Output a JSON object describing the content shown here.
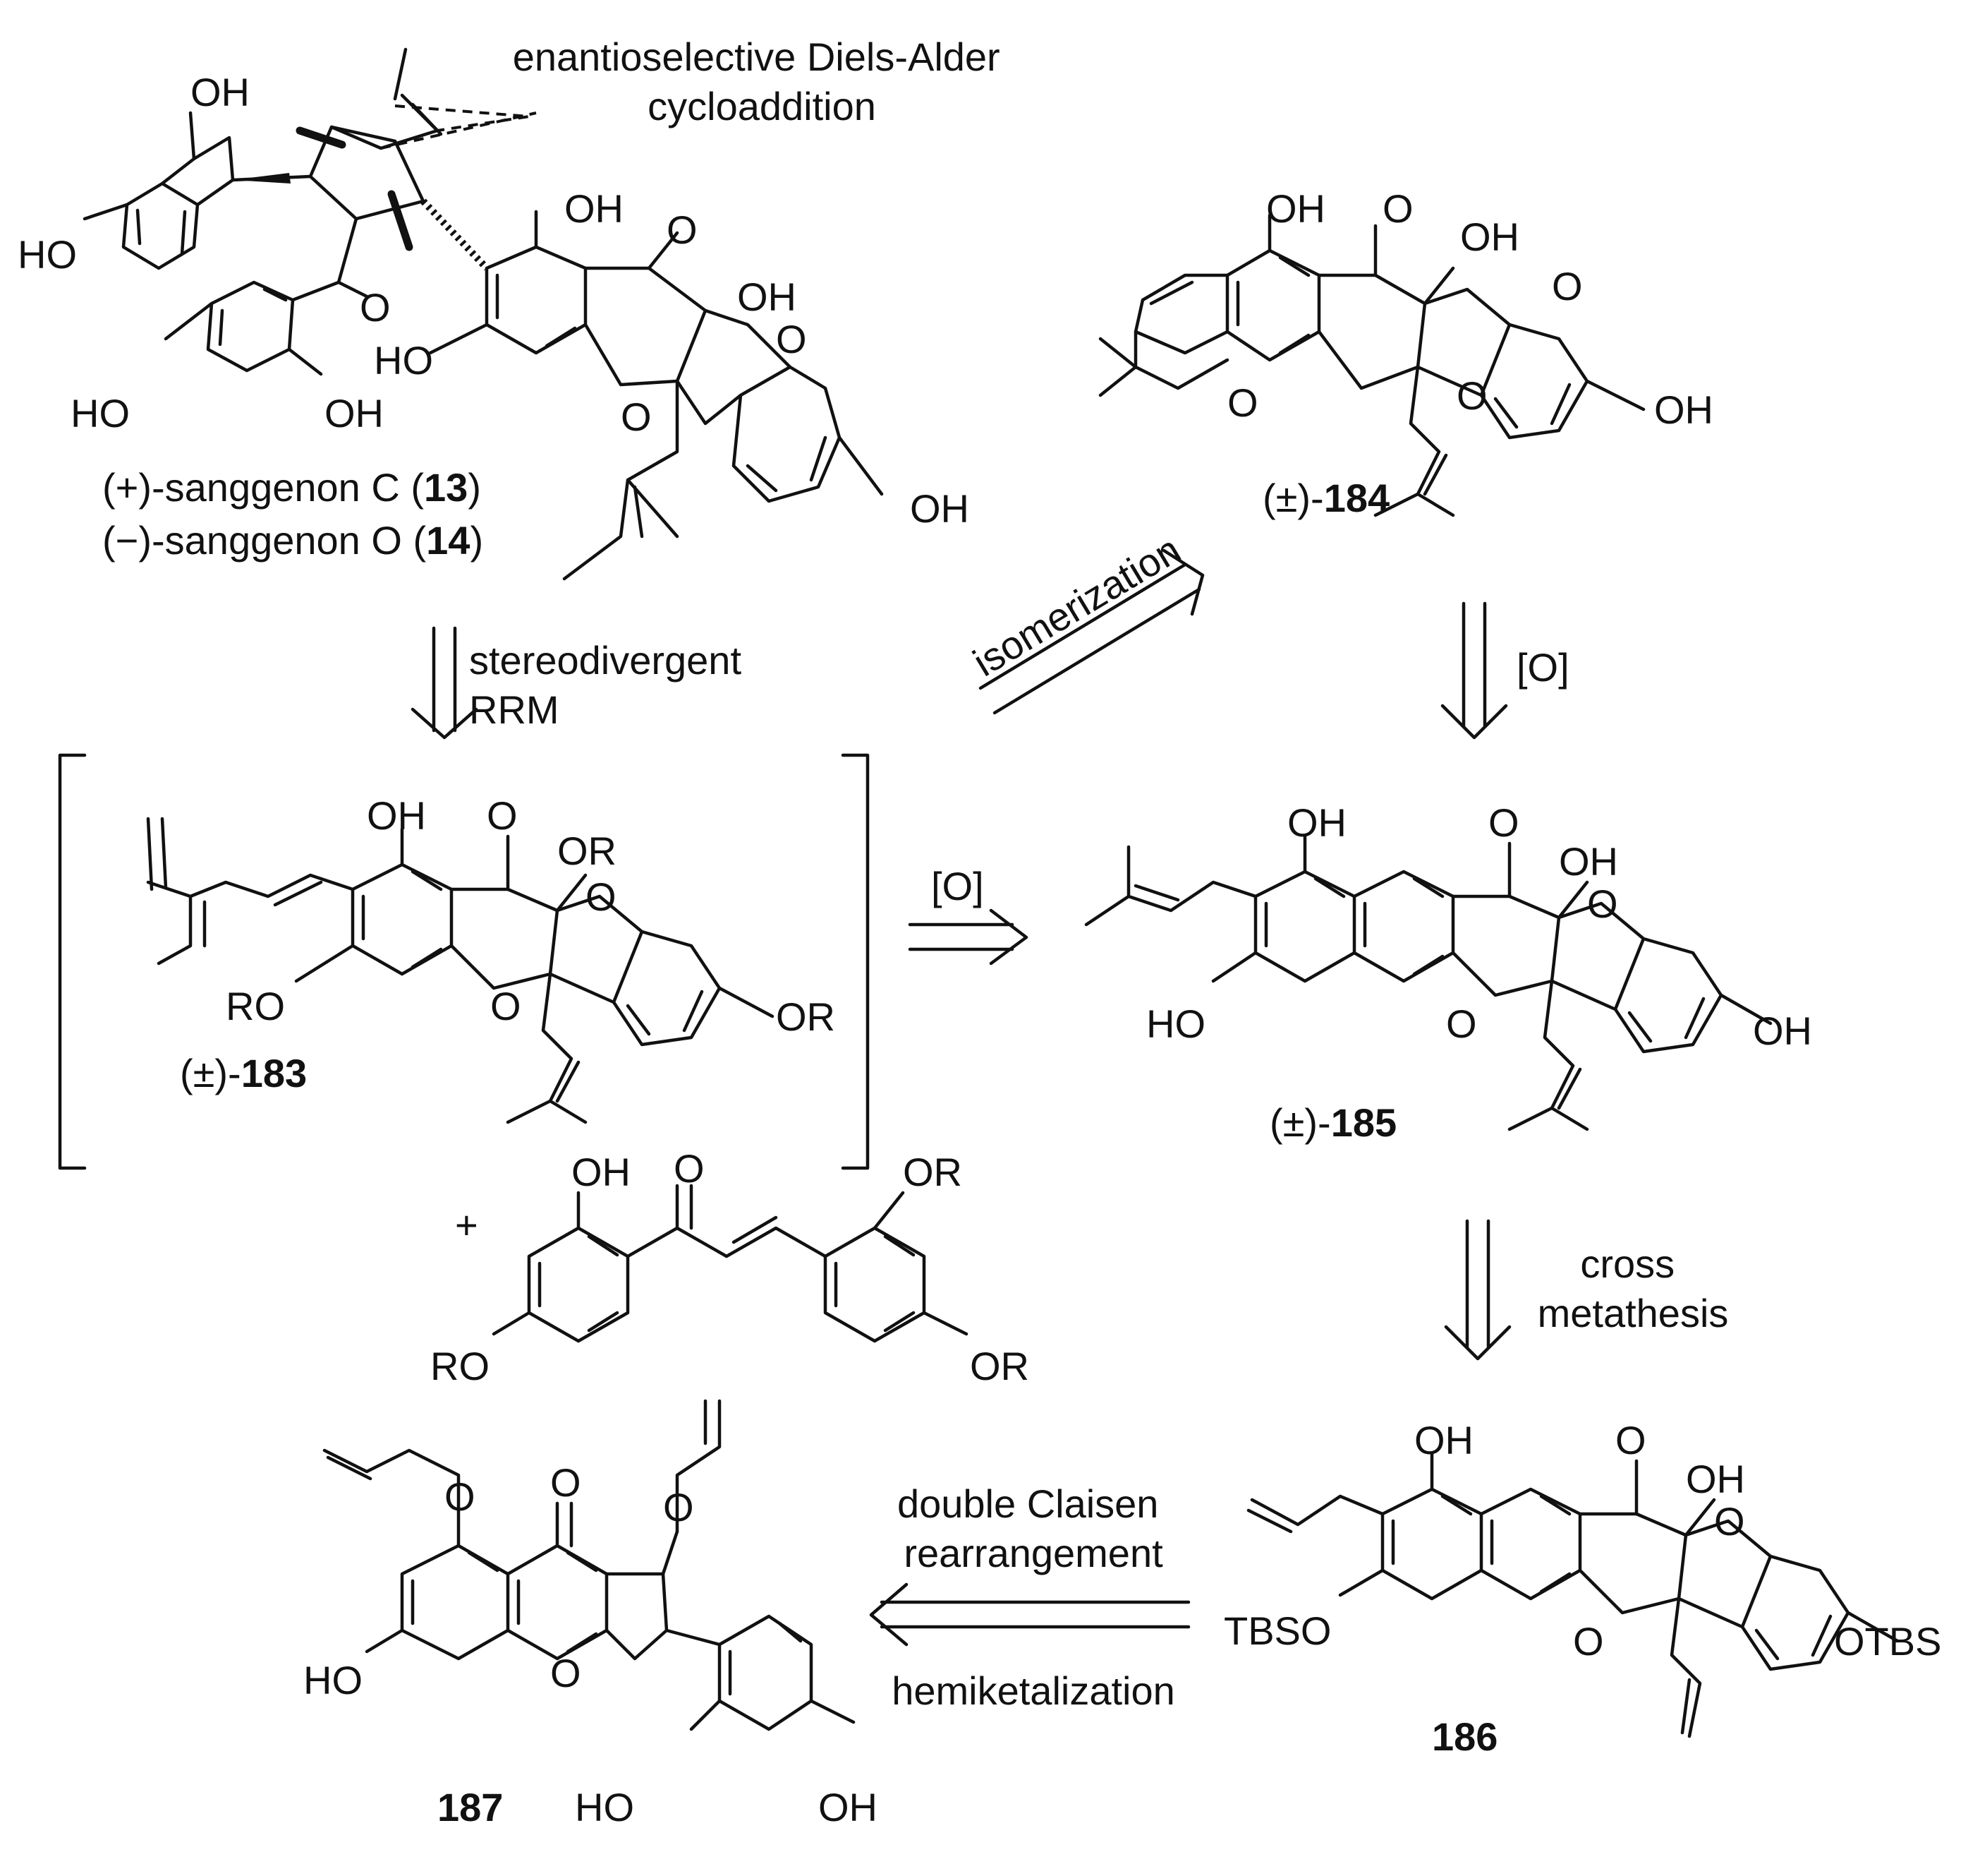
{
  "scheme": {
    "top_note": "enantioselective Diels-Alder\ncycloaddition",
    "sanggenon_c": {
      "prefix": "(+)-sanggenon C (",
      "num": "13",
      "suffix": ")"
    },
    "sanggenon_o": {
      "prefix": "(−)-sanggenon O (",
      "num": "14",
      "suffix": ")"
    },
    "c184": {
      "prefix": "(±)-",
      "num": "184"
    },
    "c183": {
      "prefix": "(±)-",
      "num": "183"
    },
    "c185": {
      "prefix": "(±)-",
      "num": "185"
    },
    "c186": "186",
    "c187": "187",
    "step_rrm": "stereodivergent\nRRM",
    "step_isomerization": "isomerization",
    "step_ox_184": "[O]",
    "step_ox_183": "[O]",
    "step_cross": "cross\nmetathesis",
    "step_claisen": "double Claisen\nrearrangement",
    "step_hemiketal": "hemiketalization",
    "plus": "+",
    "atoms": {
      "OH": "OH",
      "HO": "HO",
      "O": "O",
      "OR": "OR",
      "RO": "RO",
      "TBSO": "TBSO",
      "OTBS": "OTBS"
    }
  }
}
